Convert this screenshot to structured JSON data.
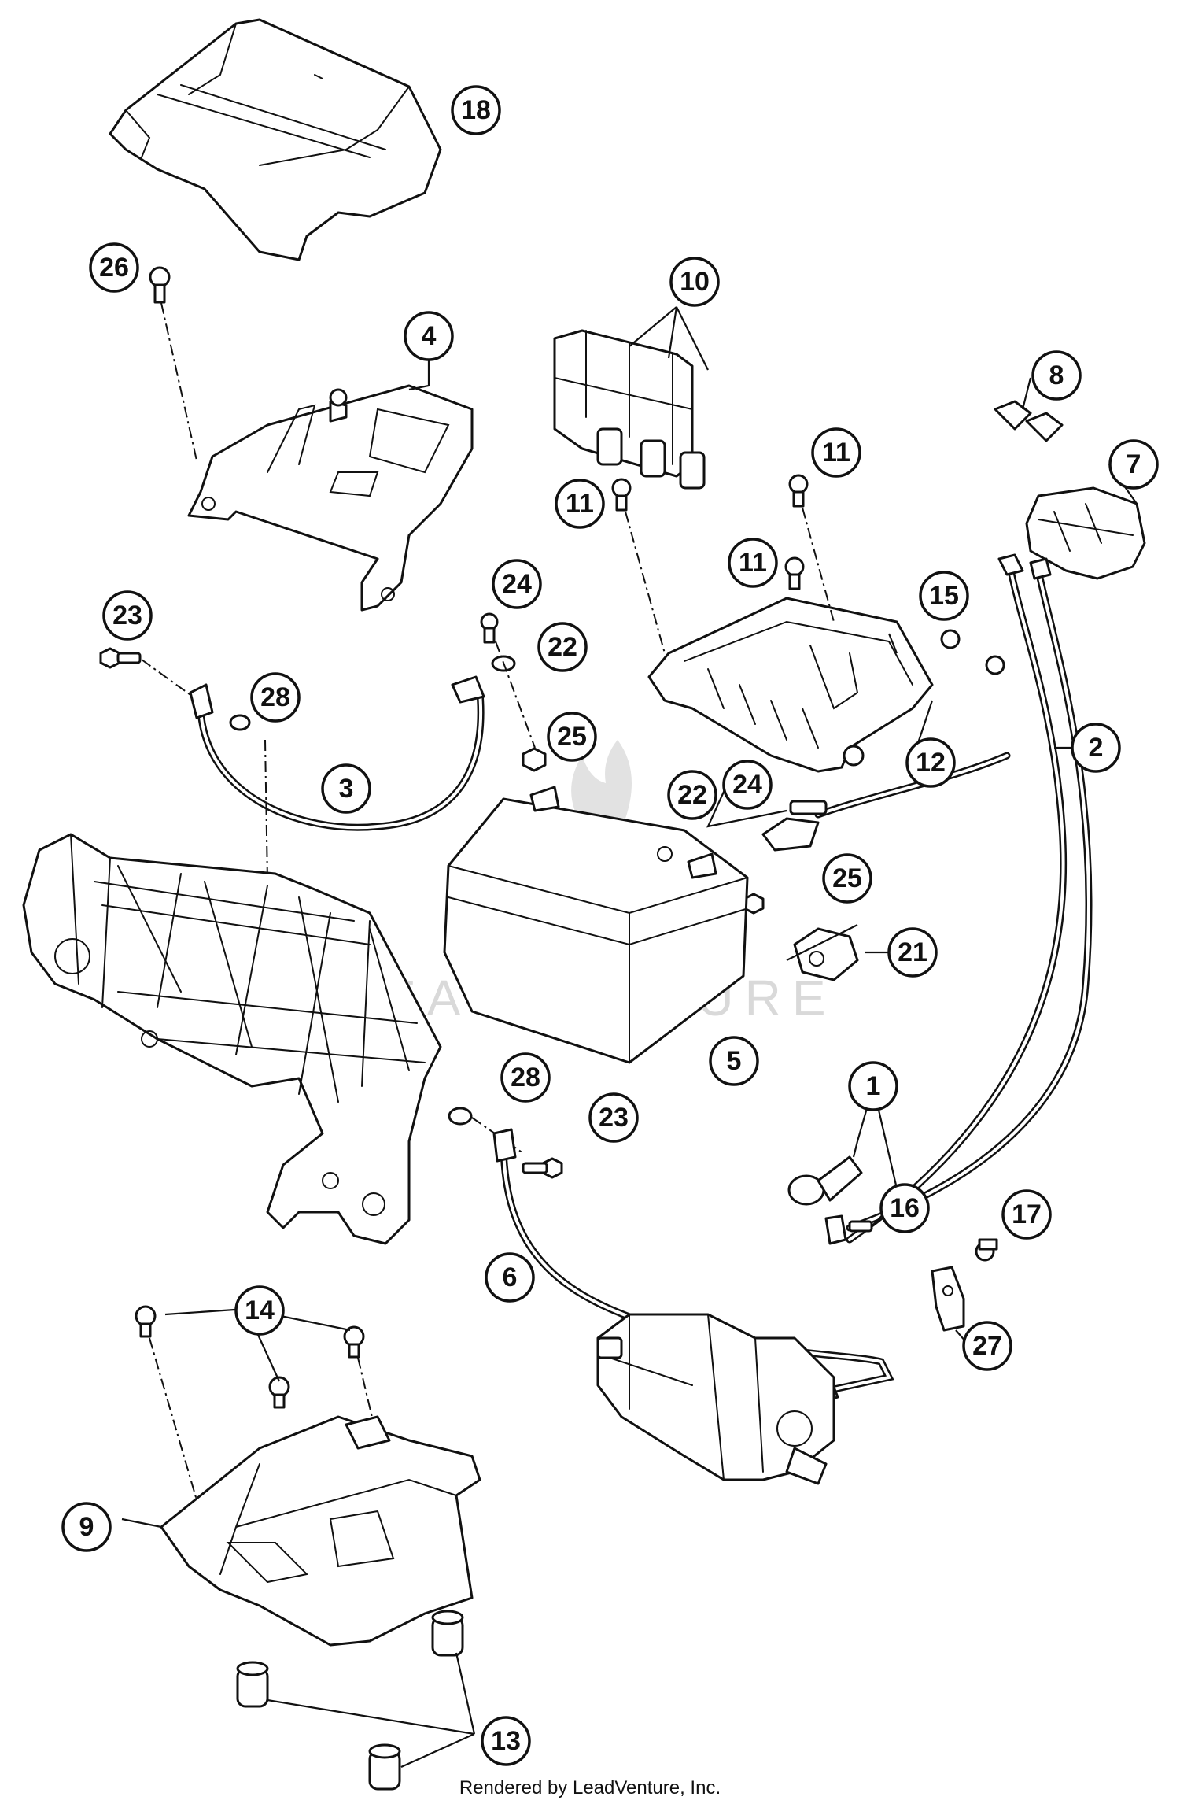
{
  "footer": {
    "credit": "Rendered by LeadVenture, Inc."
  },
  "watermark": {
    "text": "LEADVENTURE"
  },
  "callouts": [
    "1",
    "2",
    "3",
    "4",
    "5",
    "6",
    "7",
    "8",
    "9",
    "10",
    "11",
    "12",
    "13",
    "14",
    "15",
    "16",
    "17",
    "18",
    "21",
    "22",
    "23",
    "24",
    "25",
    "26",
    "27",
    "28"
  ]
}
